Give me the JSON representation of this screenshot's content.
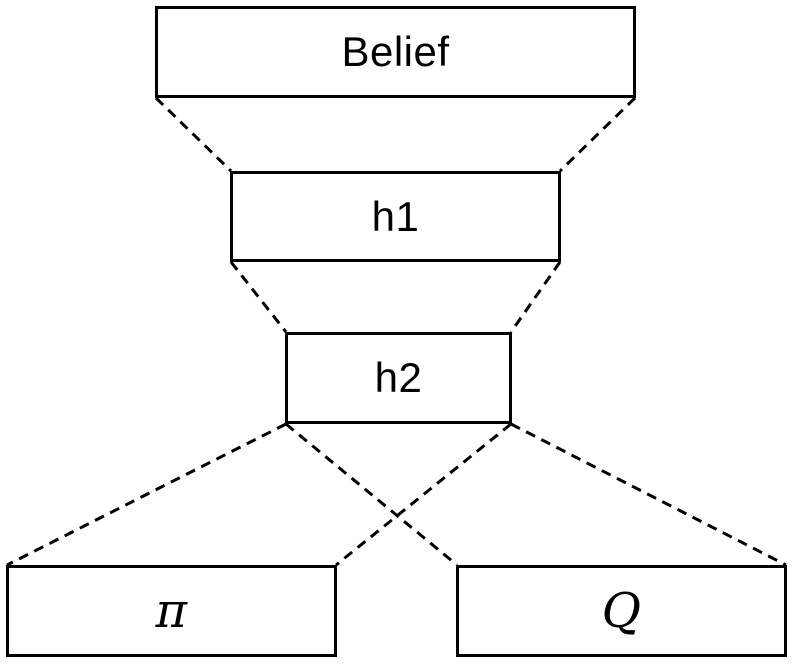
{
  "diagram": {
    "type": "network-architecture",
    "background_color": "#ffffff",
    "stroke_color": "#000000",
    "box_fill_color": "#ffffff",
    "edge_style": "dashed",
    "nodes": {
      "belief": {
        "label": "Belief"
      },
      "h1": {
        "label": "h1"
      },
      "h2": {
        "label": "h2"
      },
      "pi": {
        "label": "π"
      },
      "q": {
        "label": "Q"
      }
    },
    "edges": [
      {
        "from": "belief",
        "to": "h1",
        "style": "dashed"
      },
      {
        "from": "h1",
        "to": "h2",
        "style": "dashed"
      },
      {
        "from": "h2",
        "to": "pi",
        "style": "dashed"
      },
      {
        "from": "h2",
        "to": "q",
        "style": "dashed"
      }
    ]
  }
}
